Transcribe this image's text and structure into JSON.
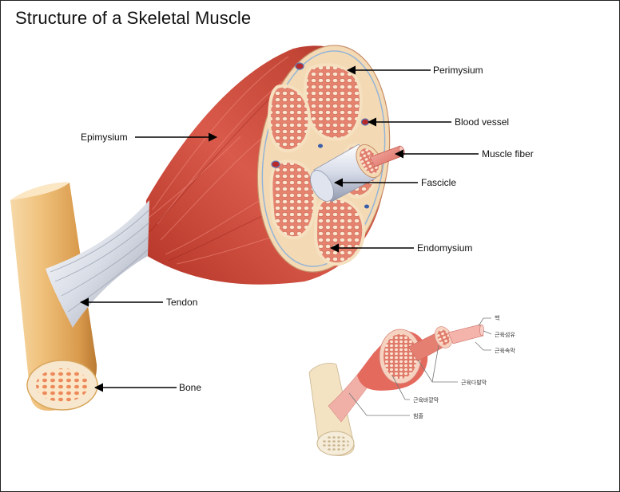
{
  "diagram": {
    "title": "Structure of a Skeletal Muscle",
    "labels": {
      "perimysium": "Perimysium",
      "blood_vessel": "Blood vessel",
      "muscle_fiber": "Muscle fiber",
      "epimysium": "Epimysium",
      "fascicle": "Fascicle",
      "endomysium": "Endomysium",
      "tendon": "Tendon",
      "bone": "Bone"
    },
    "inset_labels": {
      "nucleus": "핵",
      "muscle_fiber": "근육섬유",
      "fascicle": "근육속막",
      "epimysium": "근육다발막",
      "perimysium": "근육바깥막",
      "tendon": "힘줄"
    }
  },
  "colors": {
    "muscle": "#c9473a",
    "fat": "#f3d9b4",
    "bone": "#e8b36a",
    "fiber": "#e8857a"
  }
}
